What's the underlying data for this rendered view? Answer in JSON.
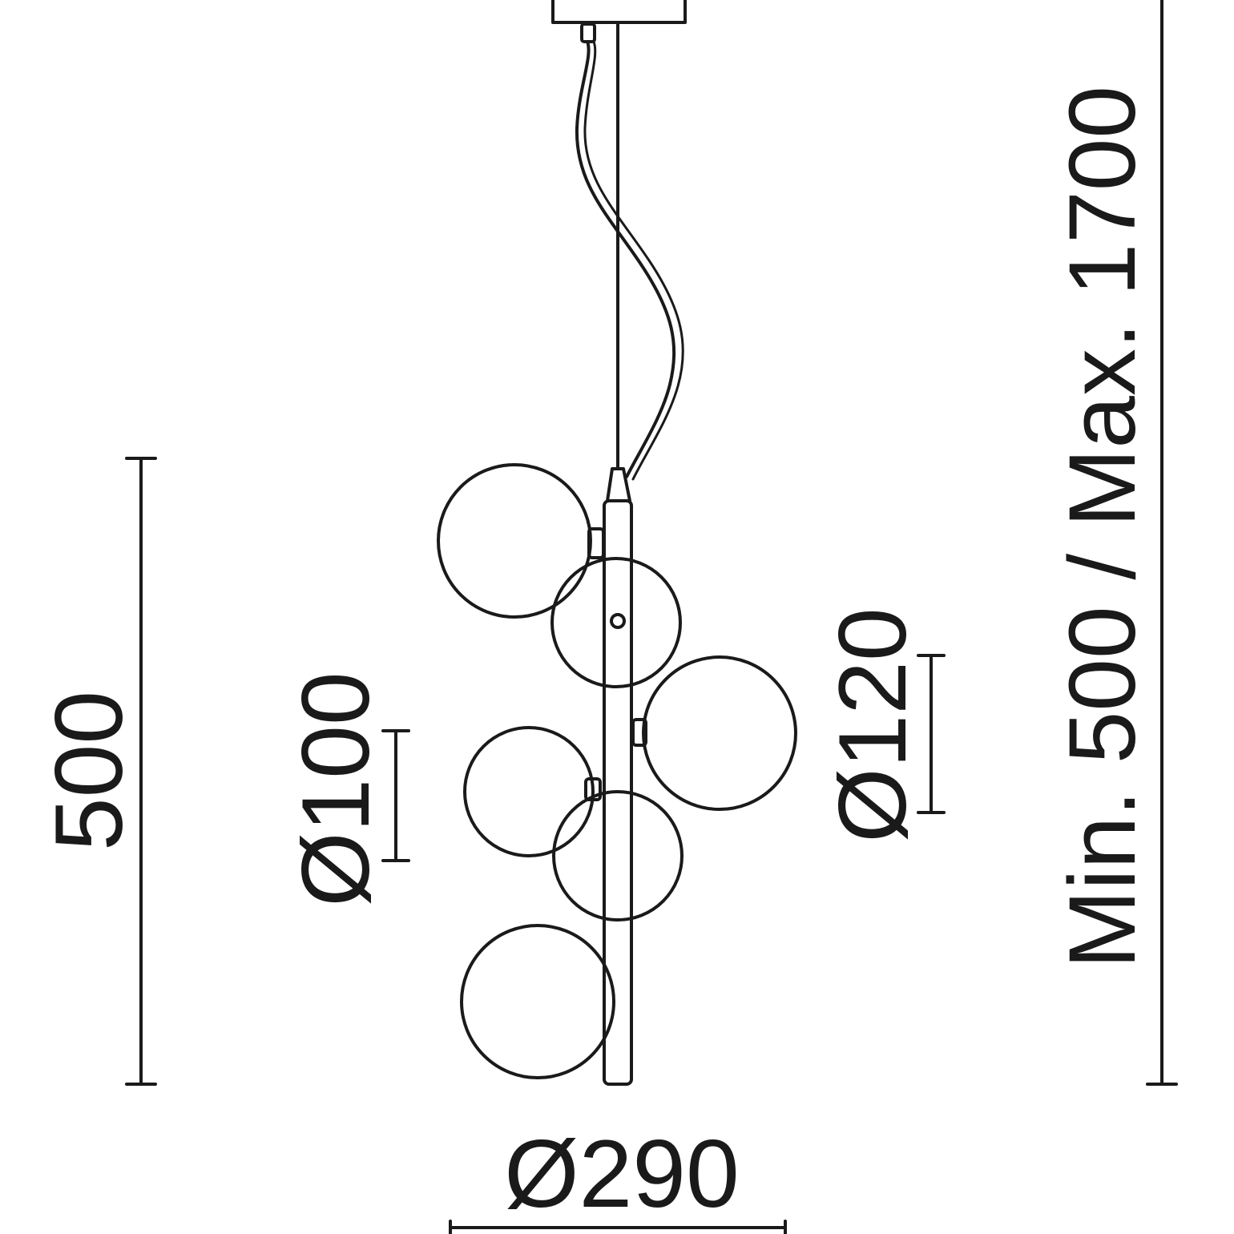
{
  "dimensions": {
    "height_fixture": "500",
    "diameter_small_globe": "Ø100",
    "diameter_large_globe": "Ø120",
    "diameter_total": "Ø290",
    "suspension_range": "Min. 500 / Max. 1700"
  },
  "colors": {
    "line": "#1a1a1a",
    "background": "#ffffff"
  }
}
